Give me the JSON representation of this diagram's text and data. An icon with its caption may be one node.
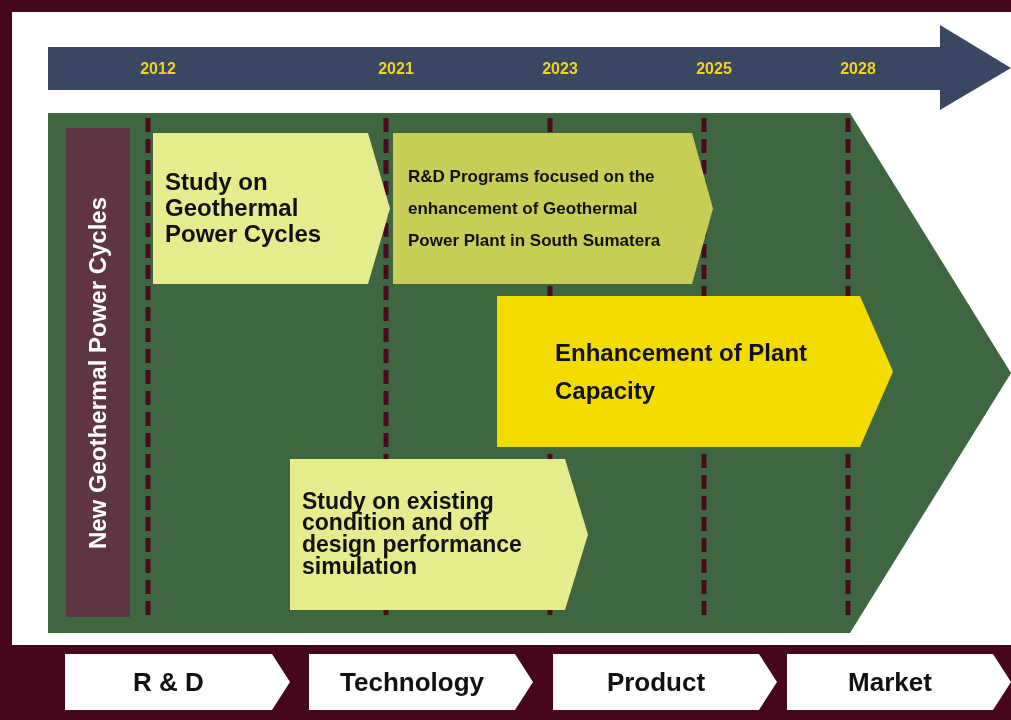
{
  "diagram": {
    "nodes": [
      {
        "text": [
          "New Geothermal Power Cycles"
        ]
      },
      {
        "text": [
          "Study on Geothermal Power Cycles"
        ]
      },
      {
        "text": [
          "R&D Programs focused on the enhancement of Geothermal Power Plant in South Sumatera"
        ]
      },
      {
        "text": [
          "Enhancement of Plant Capacity"
        ]
      },
      {
        "text": [
          "Study on existing condition and off design performance simulation"
        ]
      },
      {
        "text": [
          "R & D"
        ]
      },
      {
        "text": [
          "Technology"
        ]
      },
      {
        "text": [
          "Product"
        ]
      },
      {
        "text": [
          "Market"
        ]
      }
    ],
    "labels": [
      "2012",
      "2021",
      "2023",
      "2025",
      "2028"
    ]
  }
}
